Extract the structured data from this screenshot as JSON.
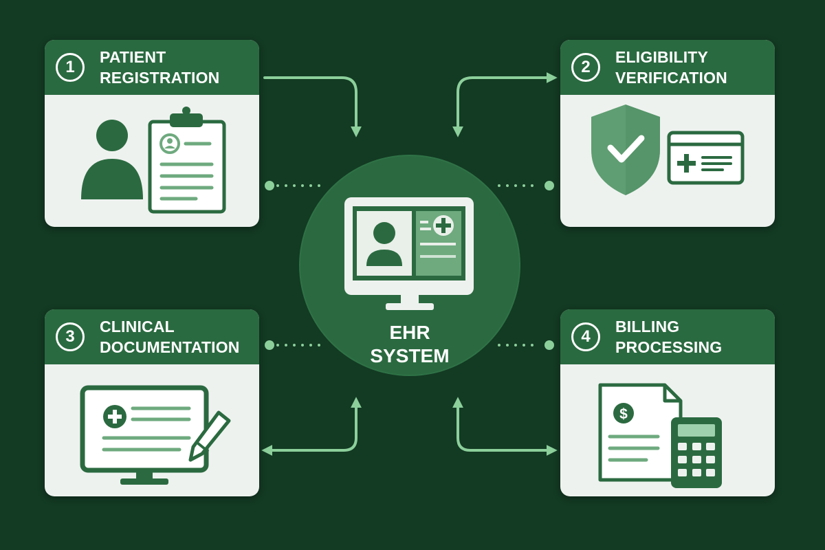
{
  "hub": {
    "line1": "EHR",
    "line2": "SYSTEM"
  },
  "steps": [
    {
      "number": "1",
      "title_line1": "PATIENT",
      "title_line2": "REGISTRATION",
      "icon": "patient-clipboard-icon"
    },
    {
      "number": "2",
      "title_line1": "ELIGIBILITY",
      "title_line2": "VERIFICATION",
      "icon": "shield-check-icon"
    },
    {
      "number": "3",
      "title_line1": "CLINICAL",
      "title_line2": "DOCUMENTATION",
      "icon": "monitor-pen-icon"
    },
    {
      "number": "4",
      "title_line1": "BILLING",
      "title_line2": "PROCESSING",
      "icon": "invoice-calculator-icon"
    }
  ],
  "colors": {
    "background": "#133a23",
    "card_header": "#2a6a40",
    "card_body": "#eef2ef",
    "connector": "#8ccf9b",
    "icon_dark": "#2b6a40"
  }
}
